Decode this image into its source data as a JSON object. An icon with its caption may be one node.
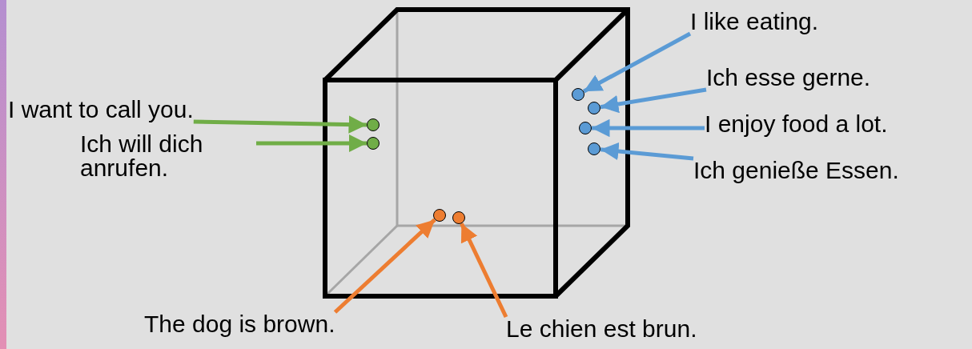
{
  "diagram": {
    "nodes": [
      {
        "text": [
          "I like eating."
        ]
      },
      {
        "text": [
          "Ich esse gerne."
        ]
      },
      {
        "text": [
          "I want to call you."
        ]
      },
      {
        "text": [
          "I enjoy food a lot."
        ]
      },
      {
        "text": [
          "Ich will dich anrufen."
        ]
      },
      {
        "text": [
          "Ich genieße Essen."
        ]
      },
      {
        "text": [
          "The dog is brown."
        ]
      },
      {
        "text": [
          "Le chien est brun."
        ]
      },
      {
        "text": [],
        "shape": "circle"
      },
      {
        "text": [],
        "shape": "circle"
      },
      {
        "text": [],
        "shape": "circle"
      },
      {
        "text": [],
        "shape": "circle"
      },
      {
        "text": [],
        "shape": "circle"
      },
      {
        "text": [],
        "shape": "circle"
      },
      {
        "text": [],
        "shape": "circle"
      },
      {
        "text": [],
        "shape": "circle"
      }
    ],
    "edges": [
      {
        "from": 0,
        "to": 10,
        "arrow": "to"
      },
      {
        "from": 1,
        "to": 11,
        "arrow": "to"
      },
      {
        "from": 2,
        "to": 8,
        "arrow": "to",
        "color": "#70ad47"
      },
      {
        "from": 3,
        "to": 12,
        "arrow": "to"
      },
      {
        "from": 4,
        "to": 9,
        "arrow": "to",
        "color": "#70ad47"
      },
      {
        "from": 5,
        "to": 13,
        "arrow": "to"
      },
      {
        "from": 6,
        "to": 14,
        "arrow": "to",
        "color": "#ed7d31"
      },
      {
        "from": 7,
        "to": 15,
        "arrow": "to",
        "color": "#ed7d31"
      }
    ]
  }
}
